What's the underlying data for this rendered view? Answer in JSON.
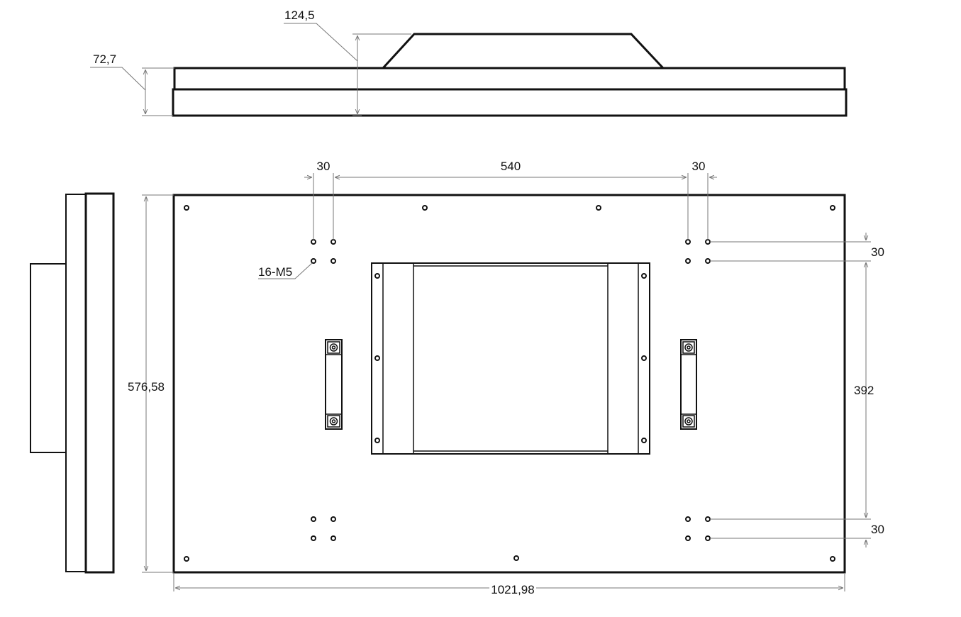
{
  "drawing": {
    "dimensions": {
      "top_total_height": "124,5",
      "top_body_height": "72,7",
      "hole_offset_left": "30",
      "hole_pitch_horizontal": "540",
      "hole_offset_right": "30",
      "hole_offset_top": "30",
      "hole_pitch_vertical": "392",
      "hole_offset_bottom": "30",
      "overall_height": "576,58",
      "overall_width": "1021,98"
    },
    "callouts": {
      "mounting_holes": "16-M5"
    }
  },
  "colors": {
    "outline": "#111111",
    "dimension_line": "#777777",
    "background": "#ffffff"
  }
}
